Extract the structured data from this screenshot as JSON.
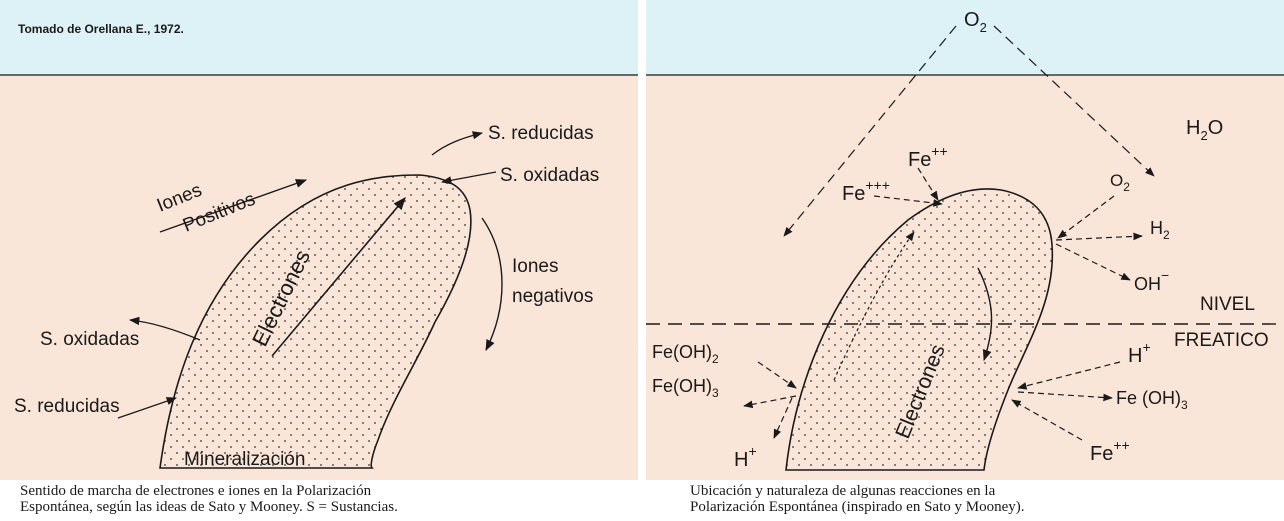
{
  "left": {
    "source": "Tomado de Orellana E., 1972.",
    "labels": {
      "s_reducidas_top": "S. reducidas",
      "s_oxidadas_top": "S. oxidadas",
      "iones_pos_1": "Iones",
      "iones_pos_2": "Positivos",
      "iones_neg_1": "Iones",
      "iones_neg_2": "negativos",
      "electrones": "Electrones",
      "s_oxidadas_left": "S. oxidadas",
      "s_reducidas_left": "S. reducidas",
      "mineralizacion": "Mineralización"
    },
    "caption_line1": "Sentido de marcha de electrones e iones en la Polarización",
    "caption_line2": "Espontánea, según las ideas de Sato y Mooney. S = Sustancias."
  },
  "right": {
    "labels": {
      "o2_top": "O",
      "o2_top_sub": "2",
      "h2o": "H",
      "h2o_sub": "2",
      "h2o_end": "O",
      "fe_pp": "Fe",
      "fe_pp_sup": "++",
      "fe_ppp": "Fe",
      "fe_ppp_sup": "+++",
      "o2_right": "O",
      "o2_right_sub": "2",
      "h2": "H",
      "h2_sub": "2",
      "oh": "OH",
      "oh_sup": "−",
      "nivel": "NIVEL",
      "freatico": "FREATICO",
      "feoh2": "Fe(OH)",
      "feoh2_sub": "2",
      "feoh3_left": "Fe(OH)",
      "feoh3_left_sub": "3",
      "h_left": "H",
      "h_left_sup": "+",
      "h_right": "H",
      "h_right_sup": "+",
      "feoh3_right": "Fe (OH)",
      "feoh3_right_sub": "3",
      "fe_bottom": "Fe",
      "fe_bottom_sup": "++",
      "electrones": "Electrones"
    },
    "caption_line1": "Ubicación y naturaleza de algunas reacciones en la",
    "caption_line2": "Polarización Espontánea (inspirado en Sato y Mooney)."
  },
  "colors": {
    "sky": "#dcf2f6",
    "ground": "#fae6d9",
    "ink": "#1a1a1a"
  }
}
